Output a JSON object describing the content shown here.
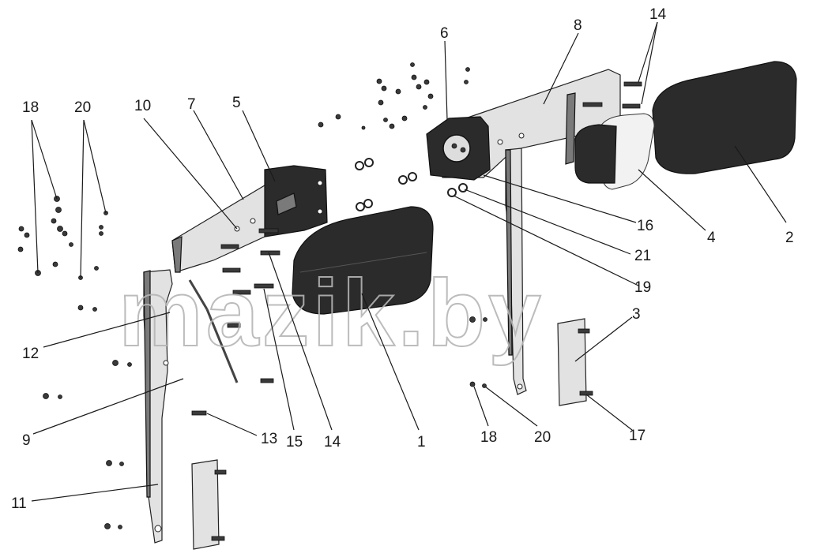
{
  "watermark": "mazik.by",
  "labels": [
    {
      "id": "l18a",
      "text": "18"
    },
    {
      "id": "l20a",
      "text": "20"
    },
    {
      "id": "l10",
      "text": "10"
    },
    {
      "id": "l7",
      "text": "7"
    },
    {
      "id": "l5",
      "text": "5"
    },
    {
      "id": "l6",
      "text": "6"
    },
    {
      "id": "l8",
      "text": "8"
    },
    {
      "id": "l14a",
      "text": "14"
    },
    {
      "id": "l16",
      "text": "16"
    },
    {
      "id": "l4",
      "text": "4"
    },
    {
      "id": "l2",
      "text": "2"
    },
    {
      "id": "l21",
      "text": "21"
    },
    {
      "id": "l19",
      "text": "19"
    },
    {
      "id": "l3",
      "text": "3"
    },
    {
      "id": "l12",
      "text": "12"
    },
    {
      "id": "l9",
      "text": "9"
    },
    {
      "id": "l13",
      "text": "13"
    },
    {
      "id": "l15",
      "text": "15"
    },
    {
      "id": "l14b",
      "text": "14"
    },
    {
      "id": "l1",
      "text": "1"
    },
    {
      "id": "l18b",
      "text": "18"
    },
    {
      "id": "l20b",
      "text": "20"
    },
    {
      "id": "l17",
      "text": "17"
    },
    {
      "id": "l11",
      "text": "11"
    }
  ]
}
